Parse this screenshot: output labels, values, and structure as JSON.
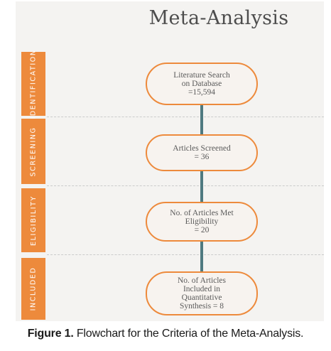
{
  "title": "Meta-Analysis",
  "stages": [
    {
      "label": "IDENTIFICATION",
      "box": "Literature Search\non Database\n=15,594"
    },
    {
      "label": "SCREENING",
      "box": "Articles Screened\n= 36"
    },
    {
      "label": "ELIGIBILITY",
      "box": "No. of Articles Met\nEligibility\n= 20"
    },
    {
      "label": "INCLUDED",
      "box": "No. of Articles\nIncluded in\nQuantitative\nSynthesis = 8"
    }
  ],
  "caption": {
    "label": "Figure 1.",
    "text": " Flowchart for the Criteria of the Meta-Analysis."
  },
  "colors": {
    "accent": "#ed8a3c",
    "connector": "#4f7a80",
    "panel": "#f4f3f1"
  }
}
